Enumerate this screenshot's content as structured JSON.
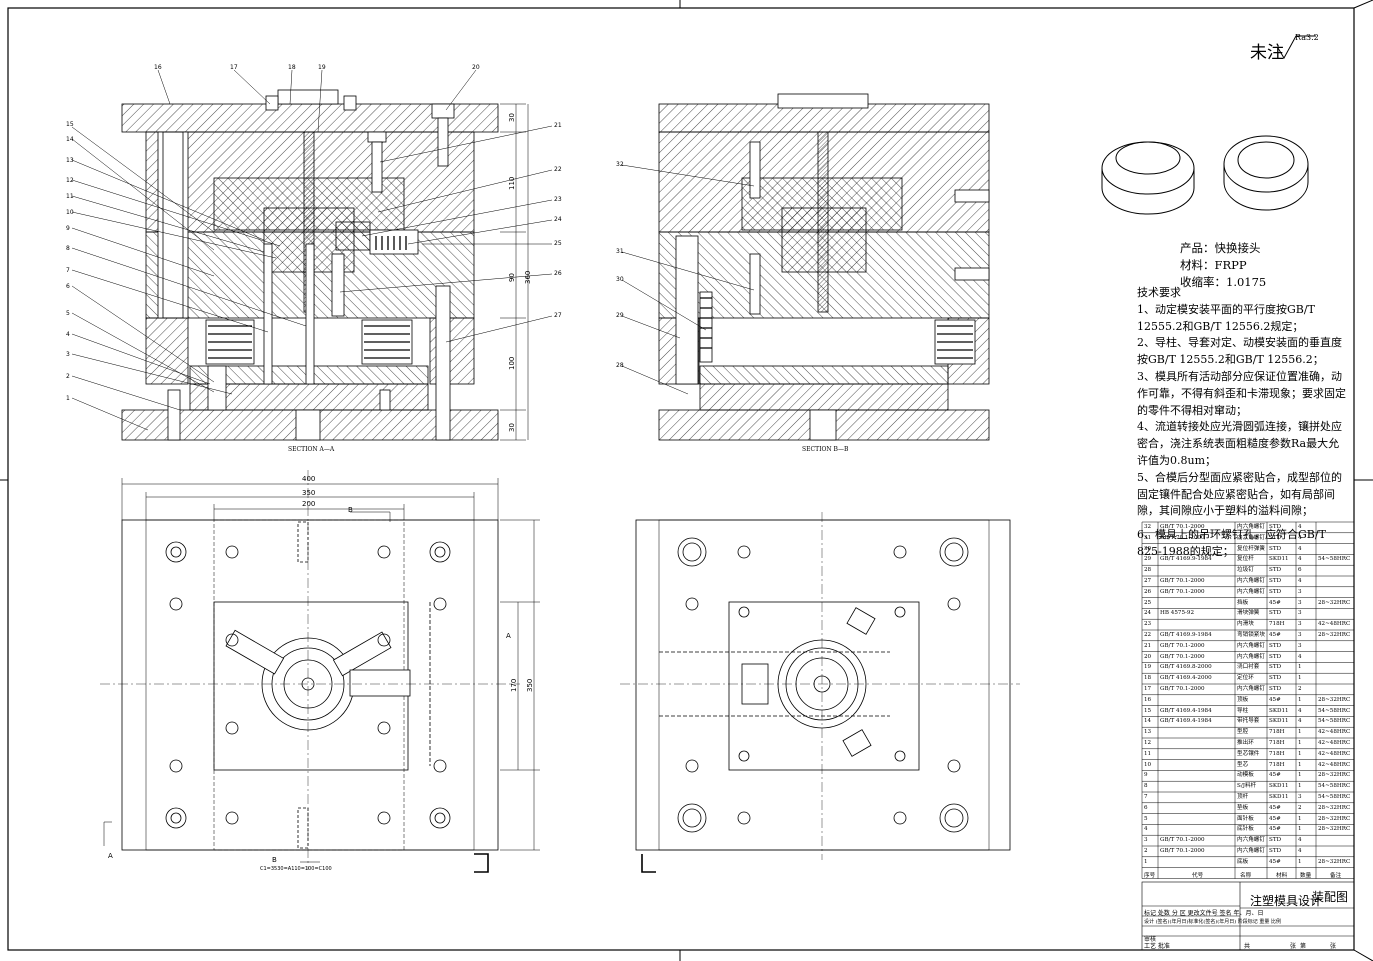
{
  "surface_note": {
    "symbol_text": "未注",
    "ra": "Ra3.2"
  },
  "product": {
    "name": "产品：快换接头",
    "material": "材料：FRPP",
    "shrinkage": "收缩率：1.0175"
  },
  "tech": {
    "title": "技术要求",
    "items": [
      "1、动定模安装平面的平行度按GB/T 12555.2和GB/T 12556.2规定；",
      "2、导柱、导套对定、动模安装面的垂直度按GB/T 12555.2和GB/T 12556.2；",
      "3、模具所有活动部分应保证位置准确，动作可靠，不得有斜歪和卡滞现象；要求固定的零件不得相对窜动；",
      "4、流道转接处应光滑圆弧连接，镶拼处应密合，浇注系统表面粗糙度参数Ra最大允许值为0.8um；",
      "5、合模后分型面应紧密贴合，成型部位的固定镶件配合处应紧密贴合，如有局部间隙，其间隙应小于塑料的溢料间隙；"
    ],
    "item6_line1": "6、模具上的吊环螺钉孔，应符合GB/T",
    "item6_line2": "825-1988的规定；"
  },
  "sections": {
    "aa": "SECTION  A—A",
    "bb": "SECTION  B—B"
  },
  "dims": {
    "d30a": "30",
    "d110": "110",
    "d90": "90",
    "d360": "360",
    "d100": "100",
    "d30b": "30",
    "w400": "400",
    "w350": "350",
    "w200": "200",
    "h170": "170",
    "h350": "350",
    "B": "B",
    "A": "A",
    "layout": "C1=3530=A110=100=C100"
  },
  "leaders_left": [
    "15",
    "14",
    "13",
    "12",
    "11",
    "10",
    "9",
    "8",
    "7",
    "6",
    "5",
    "4",
    "3",
    "2",
    "1"
  ],
  "leaders_top": [
    "16",
    "17",
    "18",
    "19",
    "20"
  ],
  "leaders_right": [
    "21",
    "22",
    "23",
    "24",
    "25",
    "26",
    "27"
  ],
  "leaders_b": [
    "32",
    "31",
    "30",
    "29",
    "28"
  ],
  "bom": [
    [
      "32",
      "GB/T 70.1-2000",
      "内六角螺钉",
      "STD",
      "4",
      ""
    ],
    [
      "31",
      "GB/T 70.1-2000",
      "内六角螺钉",
      "STD",
      "4",
      ""
    ],
    [
      "30",
      "",
      "复位杆弹簧",
      "STD",
      "4",
      ""
    ],
    [
      "29",
      "GB/T 4169.9-1984",
      "复位杆",
      "SKD11",
      "4",
      "54~58HRC"
    ],
    [
      "28",
      "",
      "垃圾钉",
      "STD",
      "6",
      ""
    ],
    [
      "27",
      "GB/T 70.1-2000",
      "内六角螺钉",
      "STD",
      "4",
      ""
    ],
    [
      "26",
      "GB/T 70.1-2000",
      "内六角螺钉",
      "STD",
      "3",
      ""
    ],
    [
      "25",
      "",
      "挡板",
      "45#",
      "3",
      "28~32HRC"
    ],
    [
      "24",
      "HB 4575-92",
      "滑块弹簧",
      "STD",
      "3",
      ""
    ],
    [
      "23",
      "",
      "内滑块",
      "718H",
      "3",
      "42~48HRC"
    ],
    [
      "22",
      "GB/T 4169.9-1984",
      "弯销锁紧块",
      "45#",
      "3",
      "28~32HRC"
    ],
    [
      "21",
      "GB/T 70.1-2000",
      "内六角螺钉",
      "STD",
      "3",
      ""
    ],
    [
      "20",
      "GB/T 70.1-2000",
      "内六角螺钉",
      "STD",
      "4",
      ""
    ],
    [
      "19",
      "GB/T 4169.8-2000",
      "浇口衬套",
      "STD",
      "1",
      ""
    ],
    [
      "18",
      "GB/T 4169.4-2000",
      "定位环",
      "STD",
      "1",
      ""
    ],
    [
      "17",
      "GB/T 70.1-2000",
      "内六角螺钉",
      "STD",
      "2",
      ""
    ],
    [
      "16",
      "",
      "顶板",
      "45#",
      "1",
      "28~32HRC"
    ],
    [
      "15",
      "GB/T 4169.4-1984",
      "导柱",
      "SKD11",
      "4",
      "54~58HRC"
    ],
    [
      "14",
      "GB/T 4169.4-1984",
      "带托导套",
      "SKD11",
      "4",
      "54~58HRC"
    ],
    [
      "13",
      "",
      "型腔",
      "718H",
      "1",
      "42~48HRC"
    ],
    [
      "12",
      "",
      "推出环",
      "718H",
      "1",
      "42~48HRC"
    ],
    [
      "11",
      "",
      "型芯镶件",
      "718H",
      "1",
      "42~48HRC"
    ],
    [
      "10",
      "",
      "型芯",
      "718H",
      "1",
      "42~48HRC"
    ],
    [
      "9",
      "",
      "动模板",
      "45#",
      "1",
      "28~32HRC"
    ],
    [
      "8",
      "",
      "S/J料杆",
      "SKD11",
      "1",
      "54~58HRC"
    ],
    [
      "7",
      "",
      "顶杆",
      "SKD11",
      "3",
      "54~58HRC"
    ],
    [
      "6",
      "",
      "垫板",
      "45#",
      "2",
      "28~32HRC"
    ],
    [
      "5",
      "",
      "面针板",
      "45#",
      "1",
      "28~32HRC"
    ],
    [
      "4",
      "",
      "底针板",
      "45#",
      "1",
      "28~32HRC"
    ],
    [
      "3",
      "GB/T 70.1-2000",
      "内六角螺钉",
      "STD",
      "4",
      ""
    ],
    [
      "2",
      "GB/T 70.1-2000",
      "内六角螺钉",
      "STD",
      "4",
      ""
    ],
    [
      "1",
      "",
      "底板",
      "45#",
      "1",
      "28~32HRC"
    ]
  ],
  "bom_header": {
    "no": "序号",
    "code": "代号",
    "name": "名称",
    "material": "材料",
    "qty": "数量",
    "note": "备注"
  },
  "title_block": {
    "name": "注塑模具设计",
    "sub": "装配图",
    "r1": "标记 处数  分  区  更改文件号  签名  年、月、日",
    "r2": "设计  (签名)(年月日)标准化(签名)(年月日)  阶段标记  重量  比例",
    "r3": "审核",
    "r4": "工艺        批准",
    "sheets_total": "共",
    "sheet_label": "张",
    "sheet_no": "第",
    "sheet_no_label": "张"
  }
}
